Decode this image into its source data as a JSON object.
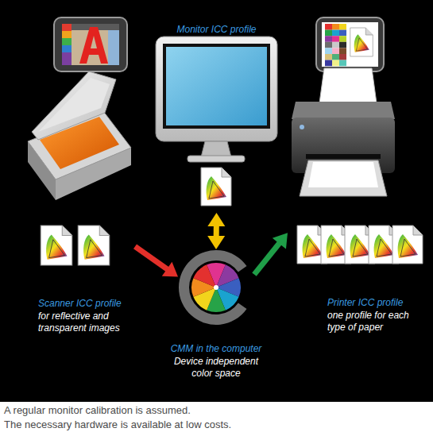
{
  "diagram": {
    "nodes": [
      {
        "text": [
          "Scanner ICC profile",
          "for reflective and transparent images"
        ]
      },
      {
        "text": [
          "Monitor ICC profile"
        ]
      },
      {
        "text": [
          "CMM in the computer",
          "Device independent color space"
        ]
      },
      {
        "text": [
          "Printer ICC profile",
          "one profile for each type of paper"
        ]
      }
    ],
    "edges": [
      {
        "from": 0,
        "to": 2,
        "arrow": "to"
      },
      {
        "from": 1,
        "to": 2,
        "arrow": "both"
      },
      {
        "from": 2,
        "to": 3,
        "arrow": "to"
      }
    ],
    "labels": [
      "A regular monitor calibration is assumed.",
      "The necessary hardware is available at low costs."
    ]
  }
}
